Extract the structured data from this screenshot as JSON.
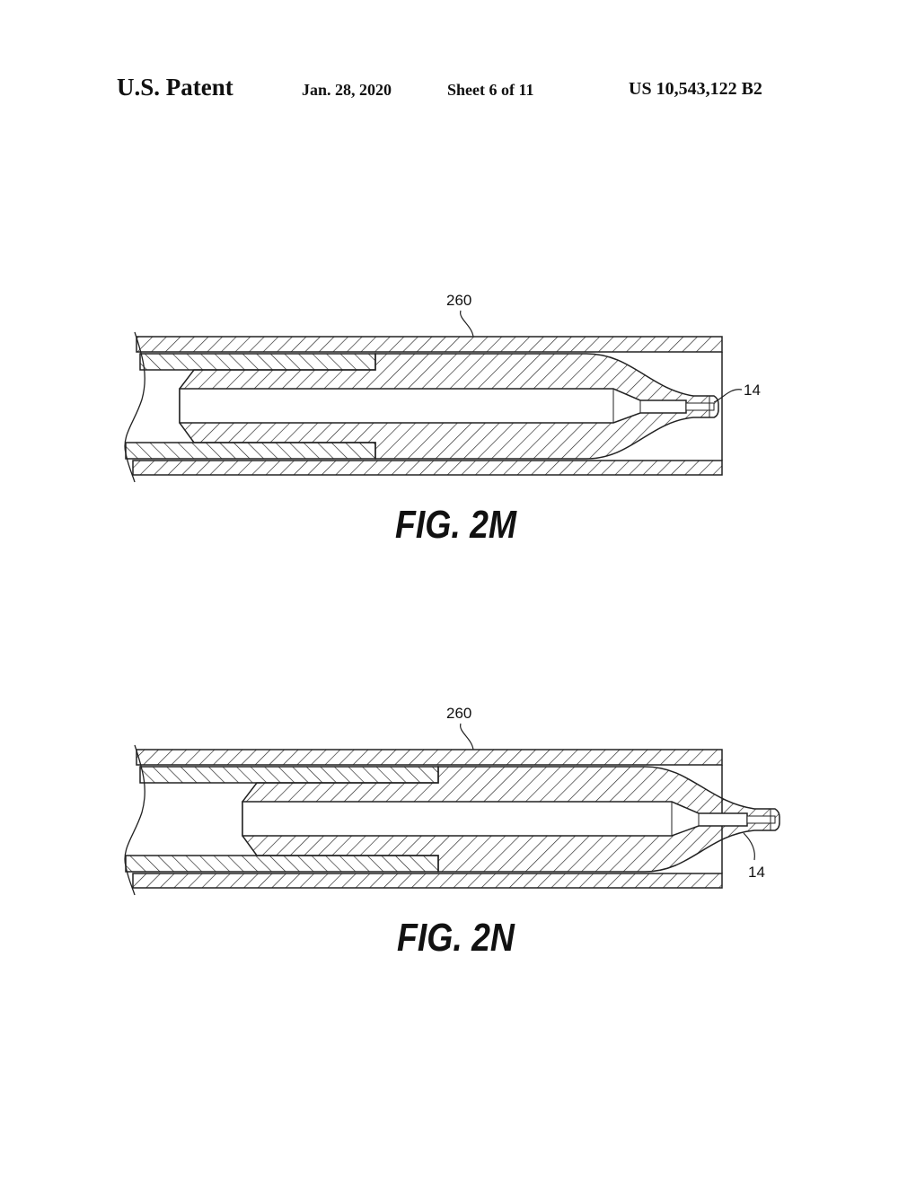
{
  "header": {
    "publication": "U.S. Patent",
    "date": "Jan. 28, 2020",
    "sheet": "Sheet 6 of 11",
    "patent_number": "US 10,543,122 B2"
  },
  "figures": [
    {
      "caption": "FIG. 2M",
      "ref_tube": "260",
      "ref_tip": "14"
    },
    {
      "caption": "FIG. 2N",
      "ref_tube": "260",
      "ref_tip": "14"
    }
  ]
}
